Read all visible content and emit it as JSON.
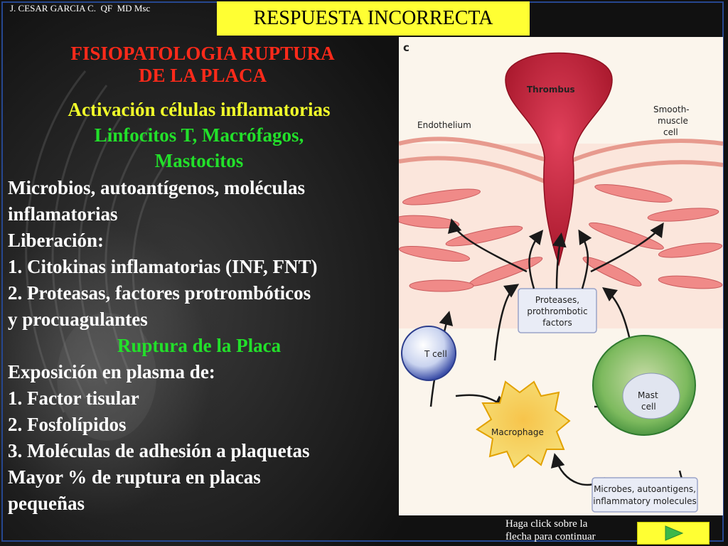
{
  "header": {
    "credit": "J. CESAR GARCIA C.  QF  MD Msc",
    "answer_status": "RESPUESTA INCORRECTA"
  },
  "slide": {
    "title_line1": "FISIOPATOLOGIA RUPTURA",
    "title_line2": "DE LA PLACA",
    "subtitle": "Activación células inflamatorias",
    "cells_line1": "Linfocitos T, Macrófagos,",
    "cells_line2": "Mastocitos",
    "lines_a": [
      "Microbios, autoantígenos, moléculas",
      "inflamatorias",
      "Liberación:",
      "1. Citokinas inflamatorias (INF, FNT)",
      "2. Proteasas, factores protrombóticos",
      "y procuagulantes"
    ],
    "rupture_heading": "Ruptura de la Placa",
    "lines_b": [
      "Exposición en plasma de:",
      "1. Factor tisular",
      "2. Fosfolípidos",
      "3. Moléculas de adhesión a plaquetas",
      "Mayor % de ruptura en placas",
      "pequeñas"
    ]
  },
  "figure": {
    "panel_letter": "c",
    "labels": {
      "thrombus": "Thrombus",
      "endothelium": "Endothelium",
      "smooth_muscle_1": "Smooth-",
      "smooth_muscle_2": "muscle",
      "smooth_muscle_3": "cell",
      "proteases_1": "Proteases,",
      "proteases_2": "prothrombotic",
      "proteases_3": "factors",
      "t_cell": "T cell",
      "macrophage": "Macrophage",
      "mast_1": "Mast",
      "mast_2": "cell",
      "microbes_1": "Microbes, autoantigens,",
      "microbes_2": "inflammatory molecules"
    }
  },
  "footer": {
    "hint_line1": "Haga click sobre la",
    "hint_line2": "flecha para continuar",
    "next_icon": "play-arrow-icon"
  },
  "colors": {
    "title": "#ff2a1a",
    "yellow_text": "#f2ff2a",
    "green_text": "#22e02a",
    "button_bg": "#ffff33",
    "arrow": "#3cb84a"
  }
}
